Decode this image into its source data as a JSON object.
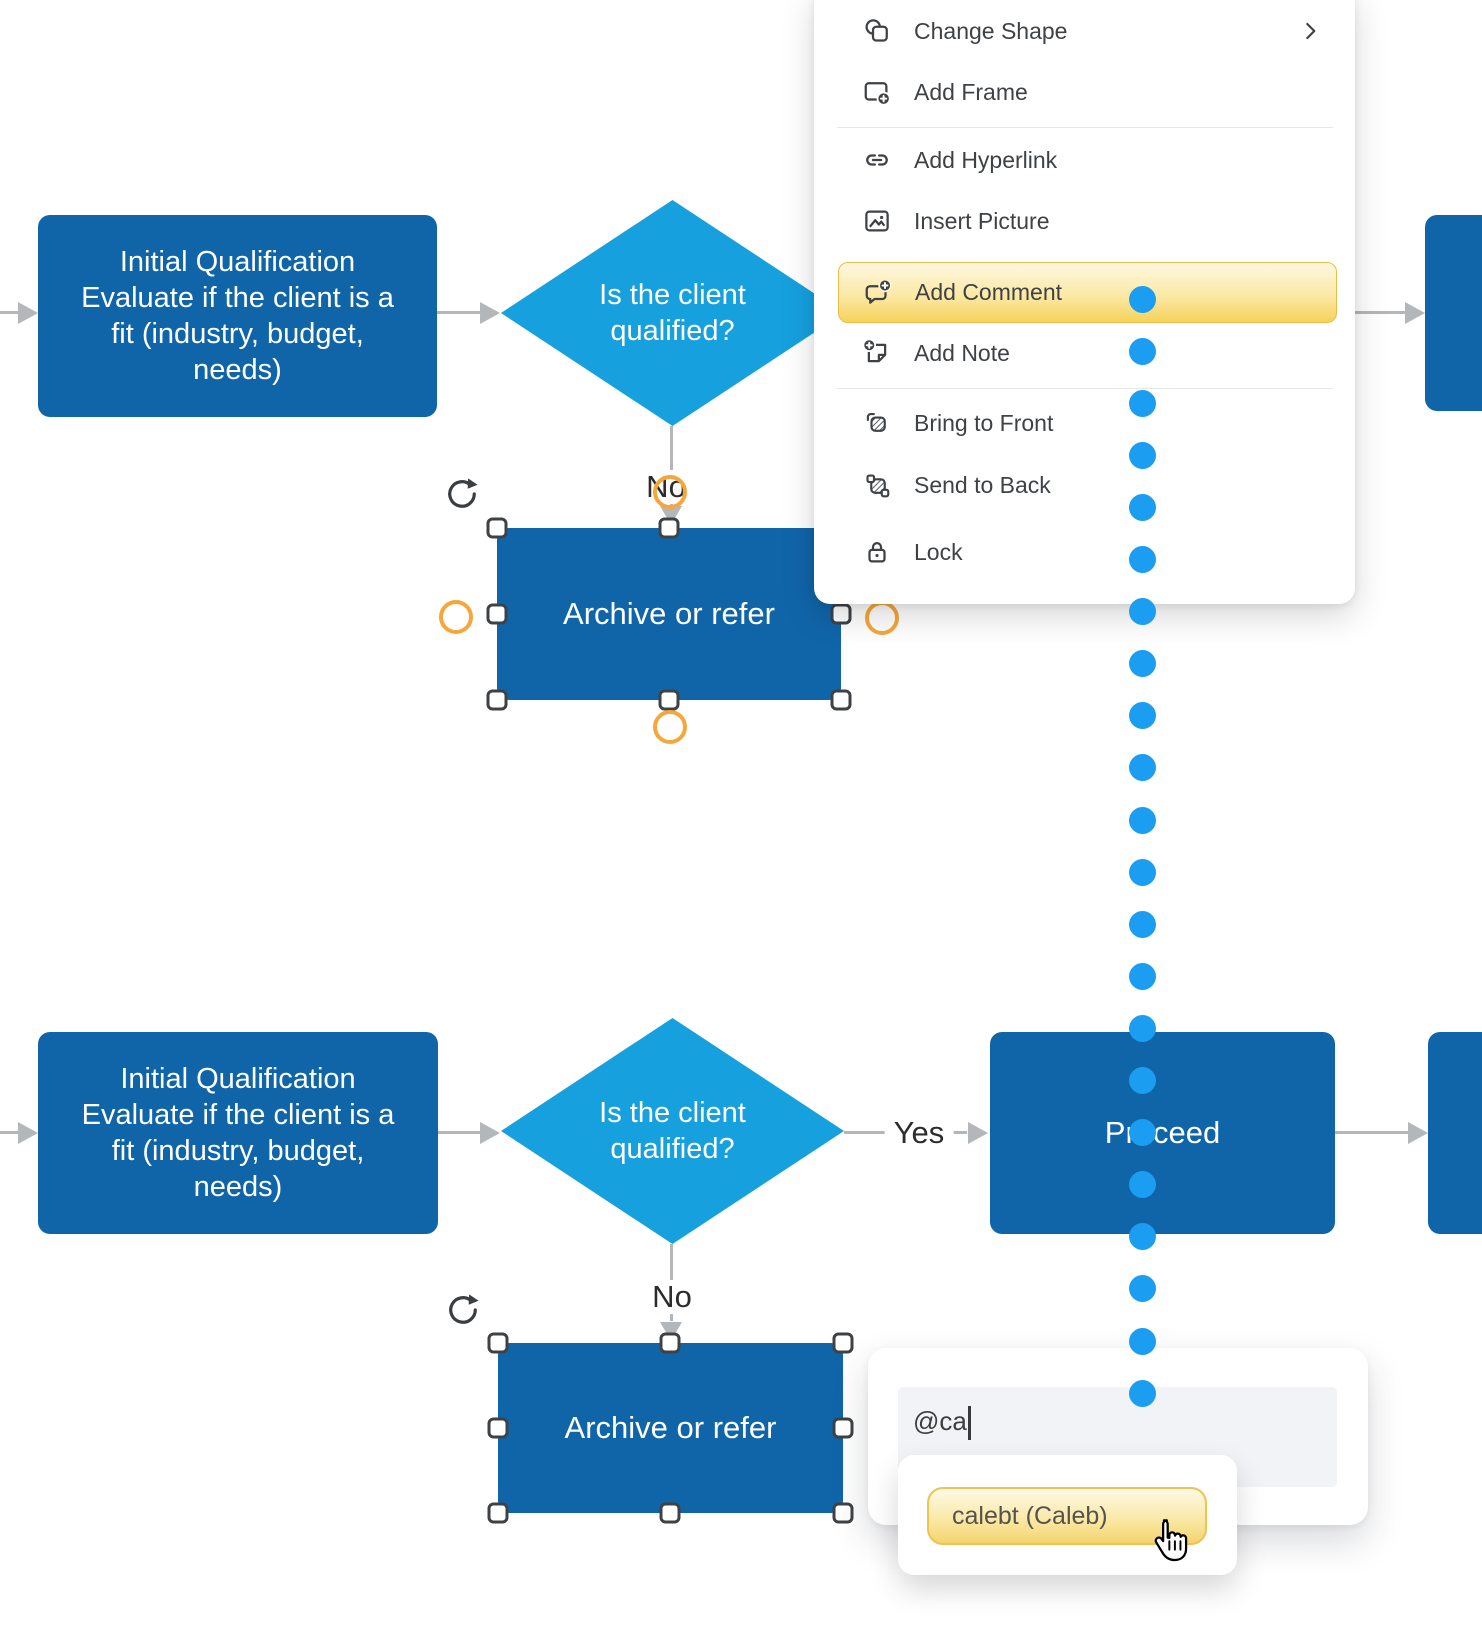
{
  "flowchart": {
    "nodes": {
      "qualification": "Initial Qualification\nEvaluate if the client is a\nfit (industry, budget,\nneeds)",
      "decision": "Is the client\nqualified?",
      "archive": "Archive or refer",
      "proceed": "Proceed"
    },
    "edge_labels": {
      "yes": "Yes",
      "no": "No"
    },
    "selected_node": "Archive or refer"
  },
  "context_menu": {
    "items": [
      {
        "label": "Change Shape",
        "icon": "change-shape-icon",
        "has_submenu": true,
        "highlighted": false
      },
      {
        "label": "Add Frame",
        "icon": "add-frame-icon",
        "has_submenu": false,
        "highlighted": false
      },
      {
        "label": "Add Hyperlink",
        "icon": "add-hyperlink-icon",
        "has_submenu": false,
        "highlighted": false
      },
      {
        "label": "Insert Picture",
        "icon": "insert-picture-icon",
        "has_submenu": false,
        "highlighted": false
      },
      {
        "label": "Add Comment",
        "icon": "add-comment-icon",
        "has_submenu": false,
        "highlighted": true
      },
      {
        "label": "Add Note",
        "icon": "add-note-icon",
        "has_submenu": false,
        "highlighted": false
      },
      {
        "label": "Bring to Front",
        "icon": "bring-to-front-icon",
        "has_submenu": false,
        "highlighted": false
      },
      {
        "label": "Send to Back",
        "icon": "send-to-back-icon",
        "has_submenu": false,
        "highlighted": false
      },
      {
        "label": "Lock",
        "icon": "lock-icon",
        "has_submenu": false,
        "highlighted": false
      }
    ]
  },
  "comment_popup": {
    "input_value": "@ca",
    "mention_suggestions": [
      "calebt (Caleb)"
    ]
  },
  "click_trail": {
    "dot_count": 22,
    "color": "#1B9DF2"
  },
  "colors": {
    "node_fill": "#1065A9",
    "decision_fill": "#16A0DE",
    "highlight_yellow_border": "#E8BE45",
    "connector_gray": "#B4B7BA",
    "snap_point_orange": "#F5A73B",
    "trail_blue": "#1B9DF2"
  }
}
